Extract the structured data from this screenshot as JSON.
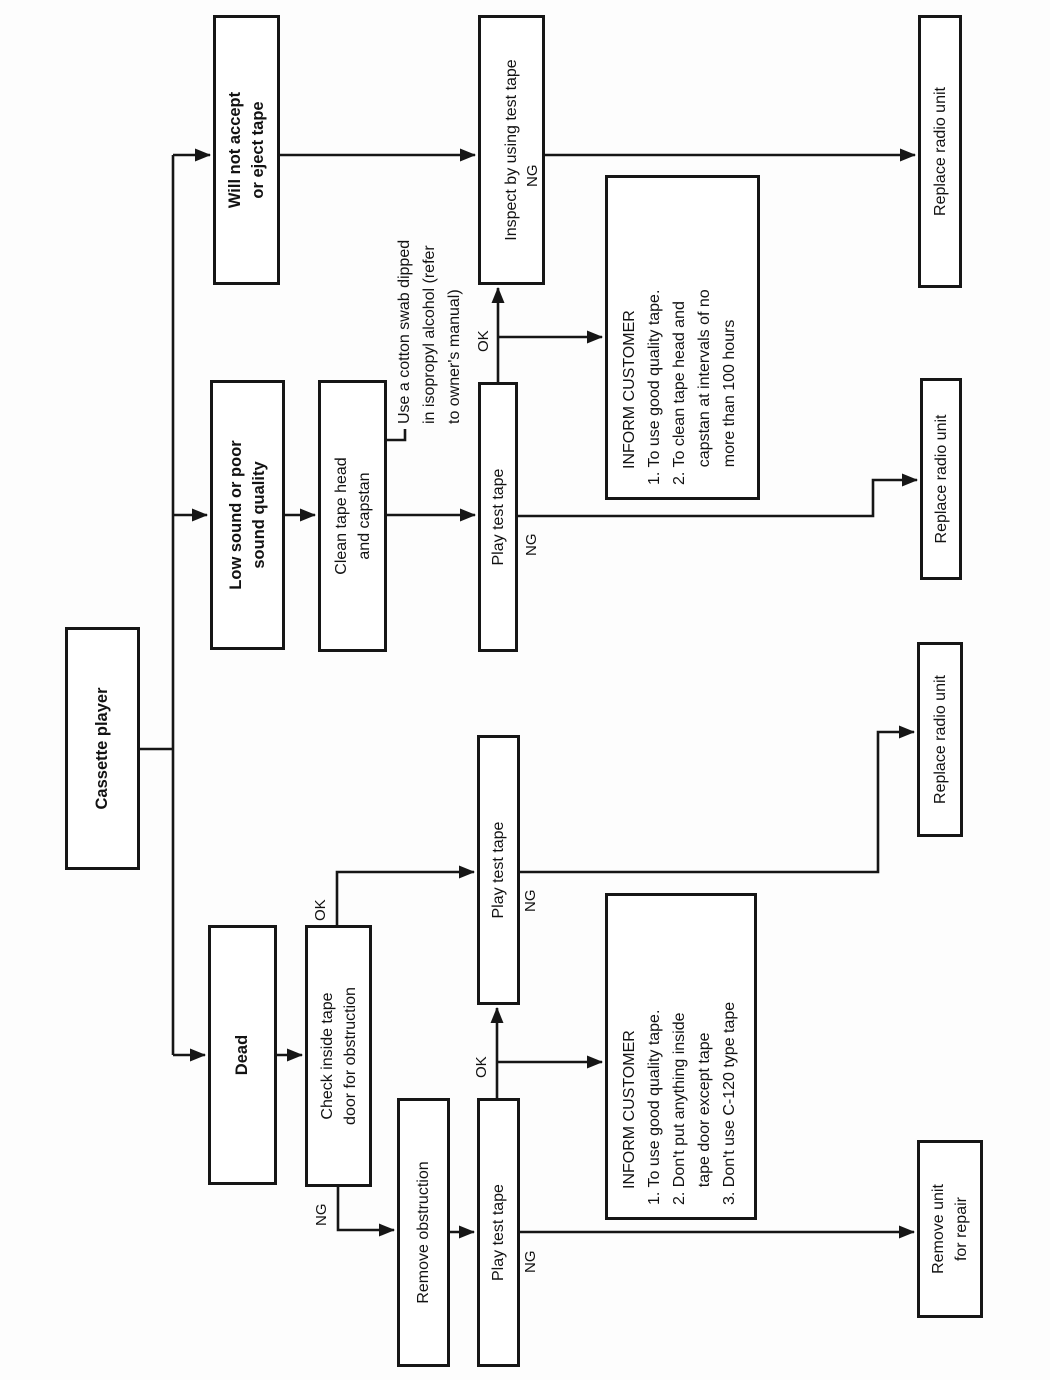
{
  "labels": {
    "ok": "OK",
    "ng": "NG"
  },
  "nodes": {
    "root": {
      "label": "Cassette player"
    },
    "dead": {
      "label": "Dead"
    },
    "lowSound": {
      "label": "Low sound or poor\nsound quality"
    },
    "willNotAccept": {
      "label": "Will not accept\nor eject tape"
    },
    "checkInside": {
      "label": "Check inside tape\ndoor for obstruction"
    },
    "cleanHead": {
      "label": "Clean tape head\nand capstan"
    },
    "removeObstruction": {
      "label": "Remove obstruction"
    },
    "playTestTape": {
      "label": "Play test tape"
    },
    "inspectTestTape": {
      "label": "Inspect by using test tape"
    },
    "removeUnit": {
      "label": "Remove unit\nfor repair"
    },
    "replaceRadio": {
      "label": "Replace radio unit"
    }
  },
  "note": {
    "text": "Use a cotton swab dipped\nin isopropyl alcohol (refer\nto owner's manual)"
  },
  "informDead": {
    "title": "INFORM CUSTOMER",
    "items": "1. To use good quality tape.\n2. Don't put anything inside\n    tape door except tape\n3. Don't use C-120 type tape"
  },
  "informLowSound": {
    "title": "INFORM CUSTOMER",
    "items": "1. To use good quality tape.\n2. To clean tape head and\n    capstan at intervals of no\n    more than 100 hours"
  }
}
